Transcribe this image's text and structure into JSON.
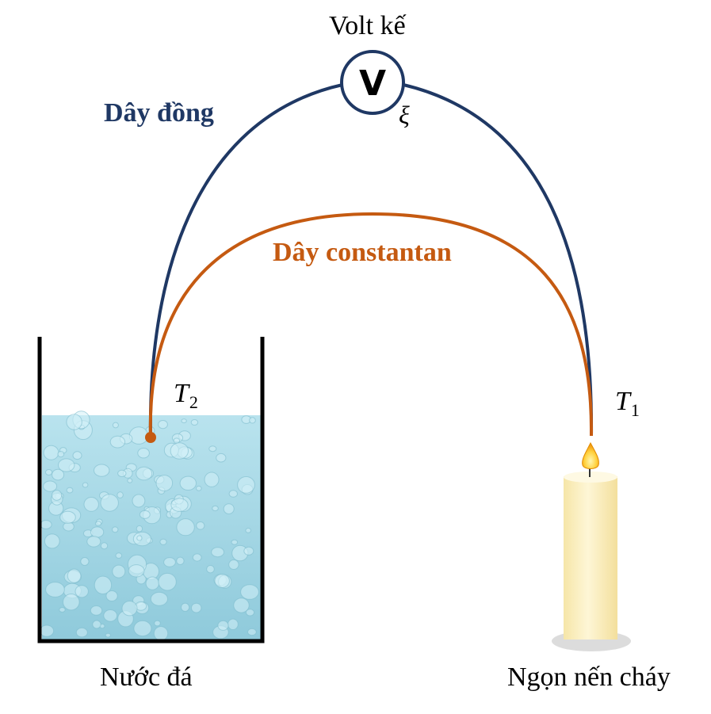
{
  "voltmeter": {
    "title": "Volt kế",
    "symbol": "V",
    "emf_symbol": "ξ"
  },
  "wires": {
    "copper": {
      "label": "Dây đồng",
      "color": "#1f3864"
    },
    "constantan": {
      "label": "Dây constantan",
      "color": "#c55a11"
    }
  },
  "junctions": {
    "cold": {
      "variable": "T",
      "subscript": "2"
    },
    "hot": {
      "variable": "T",
      "subscript": "1"
    }
  },
  "ice_bath": {
    "label": "Nước đá",
    "water_color": "#a9d9e6"
  },
  "candle": {
    "label": "Ngọn nến cháy",
    "wax_color": "#fdf1c4",
    "flame_color": "#f5b800"
  }
}
